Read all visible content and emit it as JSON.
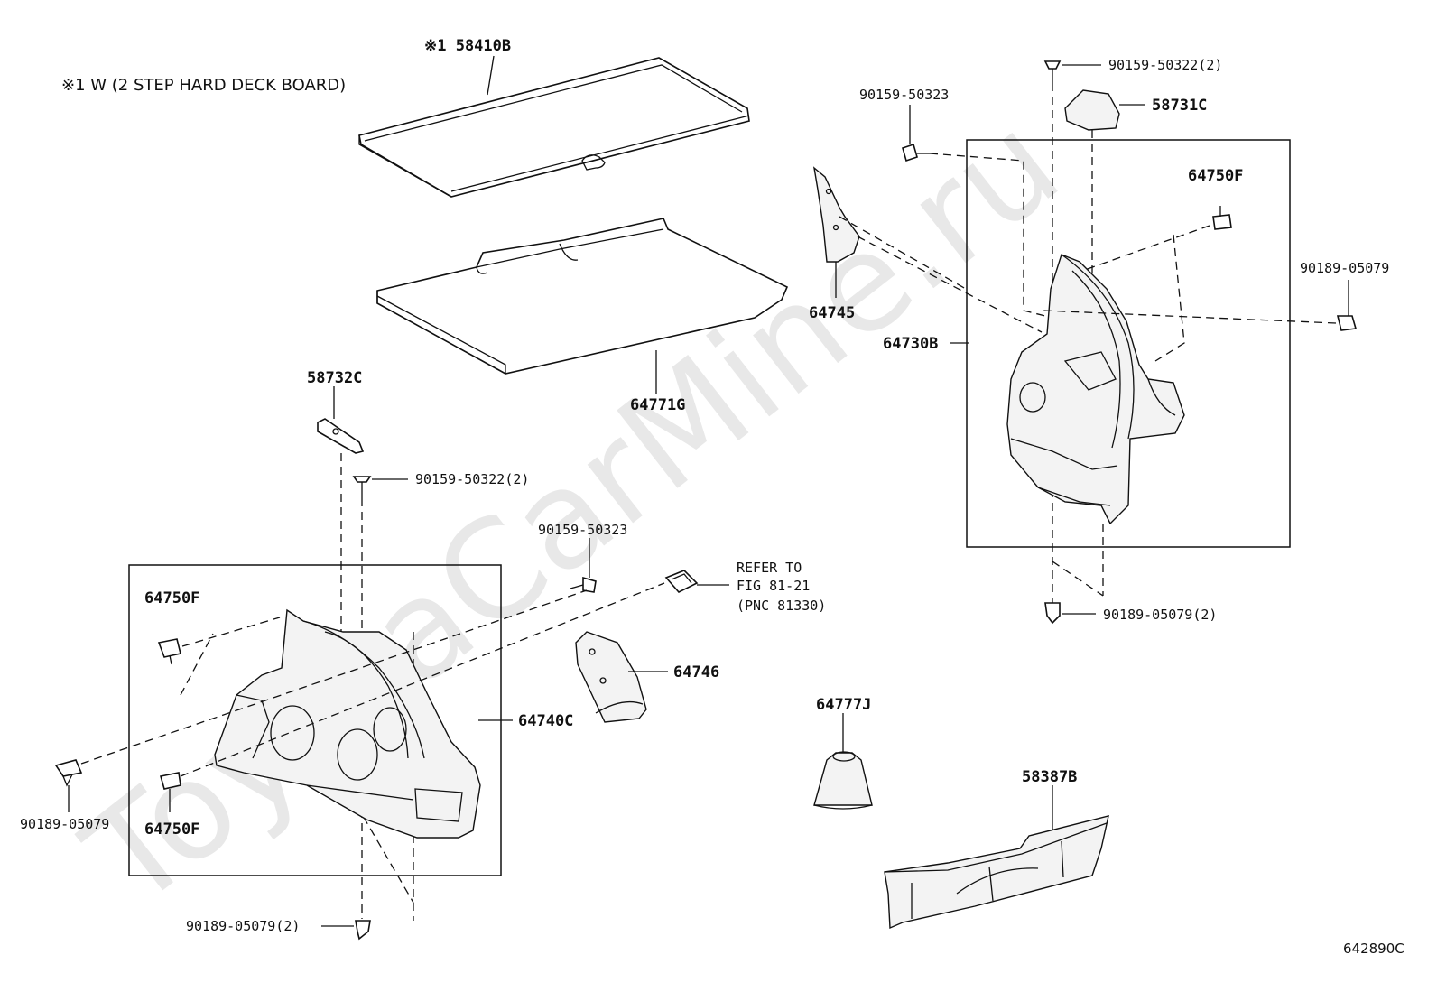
{
  "watermark": "ToyotaCarMine.ru",
  "note": "※1 W (2 STEP HARD DECK BOARD)",
  "figure_id": "642890C",
  "labels": {
    "l58410b": "※1  58410B",
    "l64771g": "64771G",
    "l58732c": "58732C",
    "l90159_50322_2_left": "90159-50322(2)",
    "l90159_50323_mid": "90159-50323",
    "refer_line1": "REFER TO",
    "refer_line2": "FIG 81-21",
    "refer_line3": "(PNC 81330)",
    "l64750f_top_left": "64750F",
    "l64746": "64746",
    "l64740c": "64740C",
    "l90189_05079_left": "90189-05079",
    "l64750f_bottom_left": "64750F",
    "l90189_05079_2_bottom": "90189-05079(2)",
    "l64777j": "64777J",
    "l58387b": "58387B",
    "l90159_50322_2_right": "90159-50322(2)",
    "l90159_50323_right": "90159-50323",
    "l58731c": "58731C",
    "l64750f_right": "64750F",
    "l64745": "64745",
    "l64730b": "64730B",
    "l90189_05079_right": "90189-05079",
    "l90189_05079_2_right": "90189-05079(2)"
  }
}
